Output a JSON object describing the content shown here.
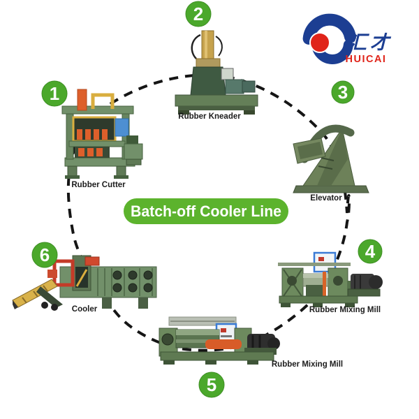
{
  "banner": {
    "label": "Batch-off Cooler Line"
  },
  "logo": {
    "chinese": "汇才",
    "latin": "HUICAI"
  },
  "stations": [
    {
      "number": "1",
      "label": "Rubber Cutter"
    },
    {
      "number": "2",
      "label": "Rubber Kneader"
    },
    {
      "number": "3",
      "label": "Elevator"
    },
    {
      "number": "4",
      "label": "Rubber Mixing Mill"
    },
    {
      "number": "5",
      "label": "Rubber Mixing Mill"
    },
    {
      "number": "6",
      "label": "Cooler"
    }
  ],
  "colors": {
    "badge_green": "#4ba82b",
    "banner_green": "#5cb32d",
    "logo_blue": "#1c3e92",
    "logo_red": "#e0241a",
    "dash_black": "#151515",
    "machine_green": "#72906a"
  }
}
